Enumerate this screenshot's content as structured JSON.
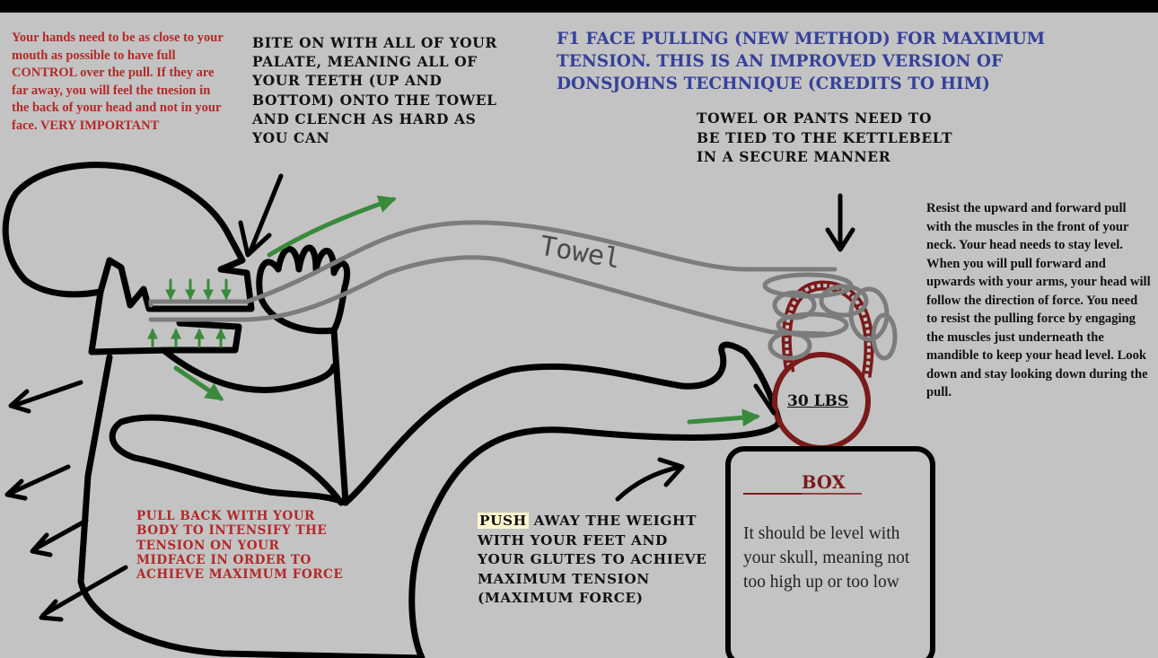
{
  "title": "F1 FACE PULLING (NEW METHOD) FOR MAXIMUM TENSION. THIS IS AN IMPROVED VERSION OF DONSJOHNS TECHNIQUE (CREDITS TO HIM)",
  "notes": {
    "hands": "Your hands need to be as close to your mouth as possible to have full CONTROL over the pull. If they are far away, you will feel the tnesion in the back of your head and not in your face. VERY IMPORTANT",
    "bite": "BITE ON WITH ALL OF YOUR PALATE, MEANING ALL OF YOUR TEETH (UP AND BOTTOM) ONTO THE TOWEL AND CLENCH AS HARD AS YOU CAN",
    "towel_tie": "TOWEL OR PANTS NEED TO BE TIED TO THE KETTLEBELT IN A SECURE MANNER",
    "resist": "Resist the upward and forward pull with the muscles in the front of your neck. Your head needs to stay level. When you will pull forward and upwards with your arms, your head will follow the direction of force. You need to resist the pulling force by engaging the muscles just underneath the mandible to keep your head level. Look down and stay looking down during the pull.",
    "pull_back": "PULL BACK WITH YOUR BODY TO INTENSIFY THE TENSION ON YOUR MIDFACE IN ORDER TO ACHIEVE MAXIMUM FORCE",
    "push_highlight": "PUSH",
    "push_rest": " AWAY THE WEIGHT WITH YOUR FEET AND YOUR GLUTES TO ACHIEVE MAXIMUM TENSION (MAXIMUM FORCE)"
  },
  "labels": {
    "towel": "Towel",
    "weight": "30 LBS",
    "box_title": "BOX",
    "box_desc": "It should be level with your skull, meaning not too high up or too low"
  },
  "colors": {
    "background": "#c3c3c3",
    "red_text": "#b42828",
    "blue_title": "#35419a",
    "arrow_green": "#3a8a3c",
    "towel_gray": "#7c7c7c",
    "kettlebell": "#7a1a1a"
  }
}
